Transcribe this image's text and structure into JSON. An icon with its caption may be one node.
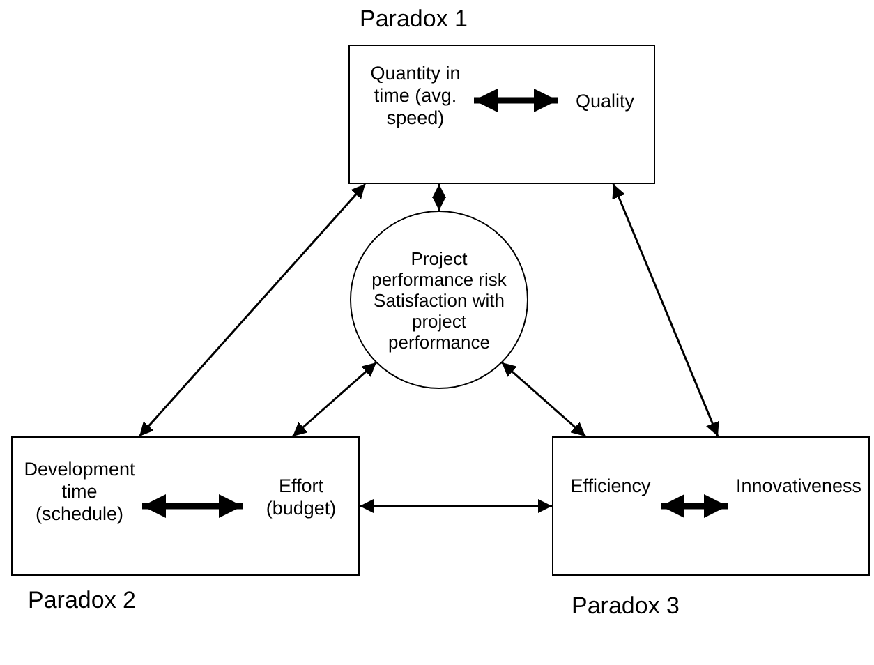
{
  "diagram": {
    "nodes": [
      {
        "text": [
          "Paradox 1"
        ]
      },
      {
        "text": [
          "Quantity in time (avg. speed)"
        ],
        "in": 0
      },
      {
        "text": [
          "Quality"
        ],
        "in": 0
      },
      {
        "text": [
          "Project performance risk",
          "Satisfaction with project performance"
        ]
      },
      {
        "text": [
          "Paradox 2"
        ]
      },
      {
        "text": [
          "Development time (schedule)"
        ],
        "in": 4
      },
      {
        "text": [
          "Effort (budget)"
        ],
        "in": 4
      },
      {
        "text": [
          "Paradox 3"
        ]
      },
      {
        "text": [
          "Efficiency"
        ],
        "in": 7
      },
      {
        "text": [
          "Innovativeness"
        ],
        "in": 7
      }
    ],
    "edges": [
      {
        "from": 1,
        "to": 2,
        "arrow": "both",
        "style": "thick"
      },
      {
        "from": 0,
        "to": 3,
        "arrow": "both"
      },
      {
        "from": 0,
        "to": 4,
        "arrow": "both"
      },
      {
        "from": 0,
        "to": 7,
        "arrow": "both"
      },
      {
        "from": 3,
        "to": 4,
        "arrow": "both"
      },
      {
        "from": 3,
        "to": 7,
        "arrow": "both"
      },
      {
        "from": 4,
        "to": 7,
        "arrow": "both"
      },
      {
        "from": 5,
        "to": 6,
        "arrow": "both",
        "style": "thick"
      },
      {
        "from": 8,
        "to": 9,
        "arrow": "both",
        "style": "thick"
      }
    ]
  }
}
